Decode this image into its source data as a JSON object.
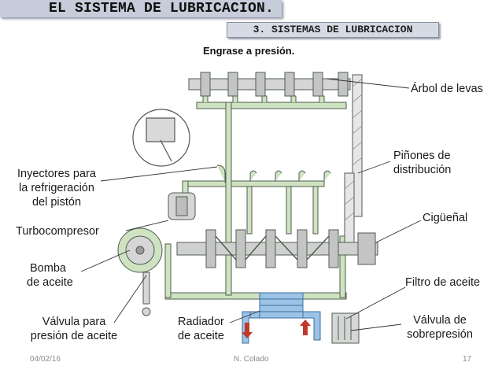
{
  "header": {
    "title": "EL SISTEMA DE LUBRICACION.",
    "subtitle": "3. SISTEMAS DE LUBRICACION"
  },
  "diagram": {
    "caption": "Engrase a presión.",
    "labels": {
      "camshaft": "Árbol de levas",
      "timing_gears_1": "Piñones de",
      "timing_gears_2": "distribución",
      "crankshaft": "Cigüeñal",
      "oil_filter": "Filtro de aceite",
      "relief_valve_1": "Válvula de",
      "relief_valve_2": "sobrepresión",
      "radiator_1": "Radiador",
      "radiator_2": "de aceite",
      "pressure_valve_1": "Válvula para",
      "pressure_valve_2": "presión de aceite",
      "pump_1": "Bomba",
      "pump_2": "de aceite",
      "turbo": "Turbocompresor",
      "injectors_1": "Inyectores para",
      "injectors_2": "la refrigeración",
      "injectors_3": "del pistón"
    },
    "colors": {
      "oil_pipe": "#cfe3c2",
      "pipe_outline": "#4f5e4f",
      "radiator": "#9cc3e6",
      "arrow_red": "#c0392b"
    }
  },
  "footer": {
    "date": "04/02/16",
    "author": "N. Colado",
    "page": "17"
  }
}
